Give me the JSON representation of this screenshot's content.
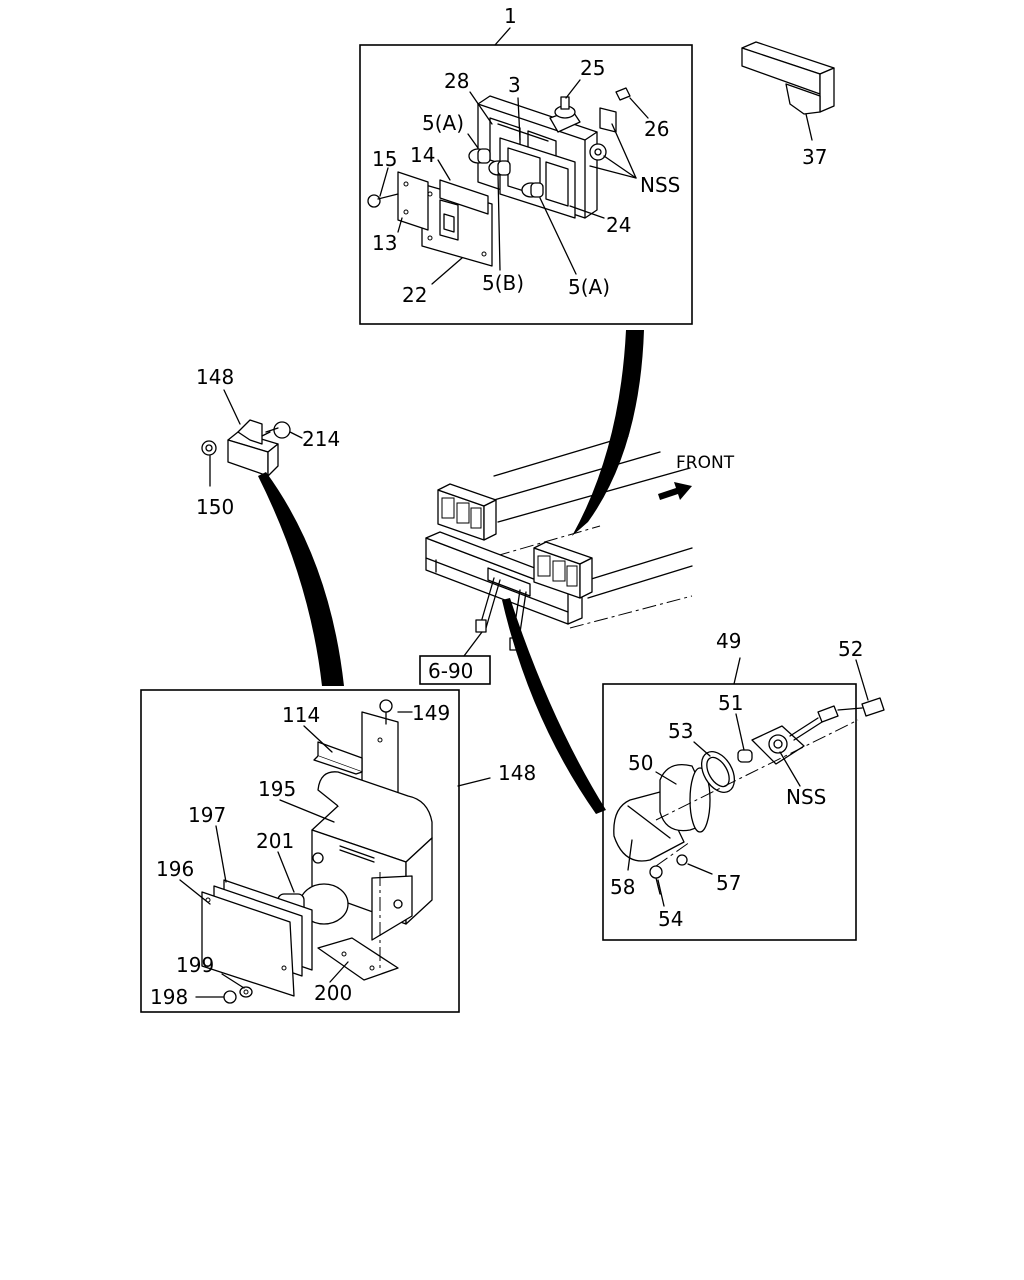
{
  "labels": {
    "l1": "1",
    "l28": "28",
    "l3": "3",
    "l25": "25",
    "l26": "26",
    "l5a_top": "5(A)",
    "l15": "15",
    "l14": "14",
    "l37": "37",
    "nss_top": "NSS",
    "l24": "24",
    "l13": "13",
    "l5b": "5(B)",
    "l5a_bottom": "5(A)",
    "l22": "22",
    "l148_top": "148",
    "l214": "214",
    "l150": "150",
    "front": "FRONT",
    "ref_690": "6-90",
    "l49": "49",
    "l52": "52",
    "l51": "51",
    "l53": "53",
    "l50": "50",
    "nss_right": "NSS",
    "l58": "58",
    "l57": "57",
    "l54": "54",
    "l114": "114",
    "l149": "149",
    "l148_box": "148",
    "l195": "195",
    "l197": "197",
    "l201": "201",
    "l196": "196",
    "l199": "199",
    "l198": "198",
    "l200": "200"
  }
}
